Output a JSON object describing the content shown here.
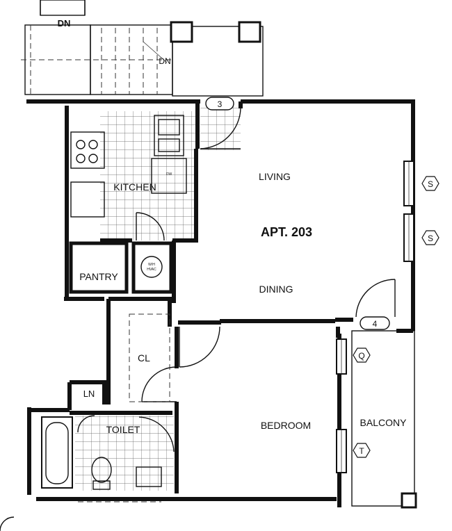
{
  "rooms": {
    "dn_top": "DN",
    "dn_stairs": "DN",
    "kitchen": "KITCHEN",
    "dw": "DW",
    "living": "LIVING",
    "apartment": "APT. 203",
    "dining": "DINING",
    "pantry": "PANTRY",
    "wh": "W/H",
    "hvac": "HVAC",
    "closet": "CL",
    "linen": "LN",
    "toilet": "TOILET",
    "bedroom": "BEDROOM",
    "balcony": "BALCONY"
  },
  "door_tags": [
    "3",
    "4"
  ],
  "symbols": [
    "S",
    "S",
    "Q",
    "T"
  ],
  "colors": {
    "line": "#111111",
    "background": "#ffffff",
    "fill_dots": "#555555"
  }
}
